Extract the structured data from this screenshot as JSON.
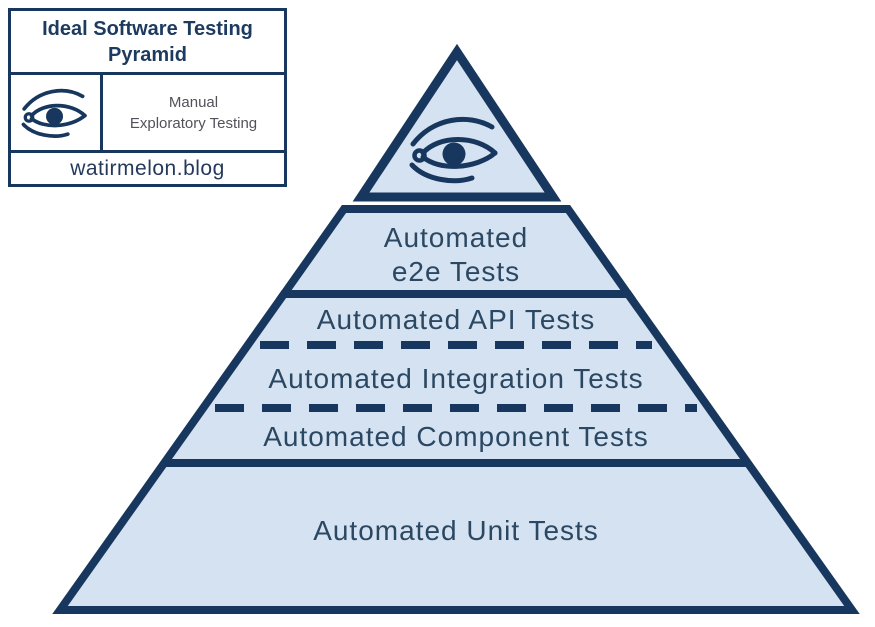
{
  "colors": {
    "navy": "#17375e",
    "layer_fill": "#d5e2f1",
    "layer_text": "#2b4863",
    "legend_title_text": "#1d3a5f",
    "legend_manual_text": "#52525a",
    "legend_site_text": "#24395b",
    "background": "#ffffff"
  },
  "legend": {
    "title": "Ideal Software Testing Pyramid",
    "icon": "eye-icon",
    "icon_label": "Manual\nExploratory Testing",
    "site": "watirmelon.blog"
  },
  "pyramid": {
    "top": {
      "icon": "eye-icon",
      "meaning": "Manual Exploratory Testing"
    },
    "layers": [
      {
        "id": "e2e",
        "label": "Automated e2e Tests",
        "line1": "Automated",
        "line2": "e2e Tests",
        "separator_below": "solid"
      },
      {
        "id": "api",
        "label": "Automated API Tests",
        "separator_below": "dashed"
      },
      {
        "id": "integration",
        "label": "Automated Integration Tests",
        "separator_below": "dashed"
      },
      {
        "id": "component",
        "label": "Automated Component Tests",
        "separator_below": "solid"
      },
      {
        "id": "unit",
        "label": "Automated Unit Tests",
        "separator_below": "none"
      }
    ]
  }
}
